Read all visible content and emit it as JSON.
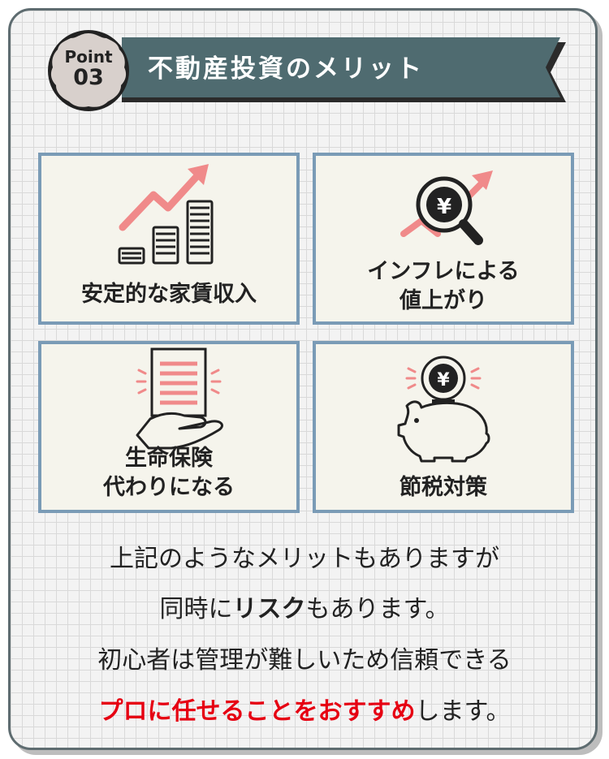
{
  "header": {
    "badge_word": "Point",
    "badge_number": "03",
    "title": "不動産投資のメリット"
  },
  "cards": [
    {
      "line1": "安定的な家賃収入",
      "line2": ""
    },
    {
      "line1": "インフレによる",
      "line2": "値上がり"
    },
    {
      "line1": "生命保険",
      "line2": "代わりになる"
    },
    {
      "line1": "節税対策",
      "line2": ""
    }
  ],
  "icons": {
    "yen_symbol": "¥"
  },
  "text": {
    "line1": "上記のようなメリットもありますが",
    "line2_pre": "同時に",
    "line2_bold": "リスク",
    "line2_post": "もあります。",
    "line3": "初心者は管理が難しいため信頼できる",
    "line4_red": "プロに任せることをおすすめ",
    "line4_post": "します。"
  },
  "colors": {
    "ribbon": "#4f6b70",
    "card_border": "#7a9bb6",
    "accent_pink": "#f08a8a",
    "emphasis_red": "#e60012"
  }
}
